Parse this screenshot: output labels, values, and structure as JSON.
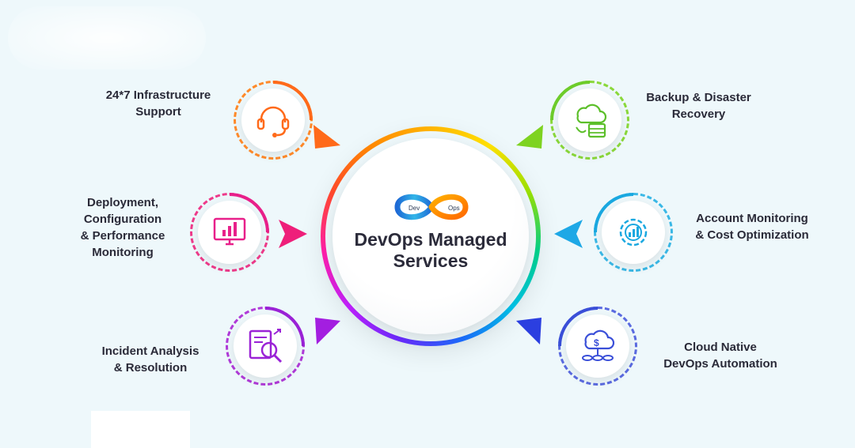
{
  "title_lines": [
    "DevOps Managed",
    "Services"
  ],
  "logo_text": {
    "left": "Dev",
    "right": "Ops"
  },
  "services": {
    "infrastructure": {
      "lines": [
        "24*7 Infrastructure",
        "Support"
      ],
      "icon": "headset-icon",
      "color": "#ff6a1a"
    },
    "deployment": {
      "lines": [
        "Deployment,",
        "Configuration",
        "& Performance",
        "Monitoring"
      ],
      "icon": "monitor-chart-icon",
      "color": "#e8208a"
    },
    "incident": {
      "lines": [
        "Incident Analysis",
        "& Resolution"
      ],
      "icon": "report-magnifier-icon",
      "color": "#9a22d6"
    },
    "backup": {
      "lines": [
        "Backup & Disaster",
        "Recovery"
      ],
      "icon": "cloud-server-icon",
      "color": "#6dcc2a"
    },
    "account": {
      "lines": [
        "Account Monitoring",
        "& Cost Optimization"
      ],
      "icon": "gear-chart-icon",
      "color": "#1aa8e0"
    },
    "cloud": {
      "lines": [
        "Cloud Native",
        "DevOps Automation"
      ],
      "icon": "cloud-dollar-icon",
      "color": "#3a4fd8"
    }
  }
}
